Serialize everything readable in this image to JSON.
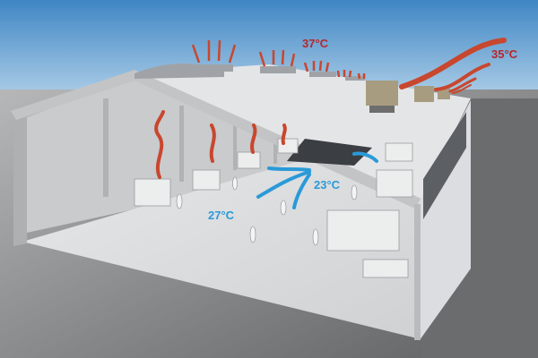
{
  "labels": {
    "roof_exhaust_temp": "37°C",
    "outside_air_temp": "35°C",
    "supply_air_temp": "23°C",
    "hall_temp": "27°C"
  },
  "colors": {
    "hot_arrow": "#c8472e",
    "hot_text": "#b8262a",
    "cool_arrow": "#2a9ad8",
    "sky_top": "#3f86c4",
    "sky_bottom": "#c3dcef"
  }
}
